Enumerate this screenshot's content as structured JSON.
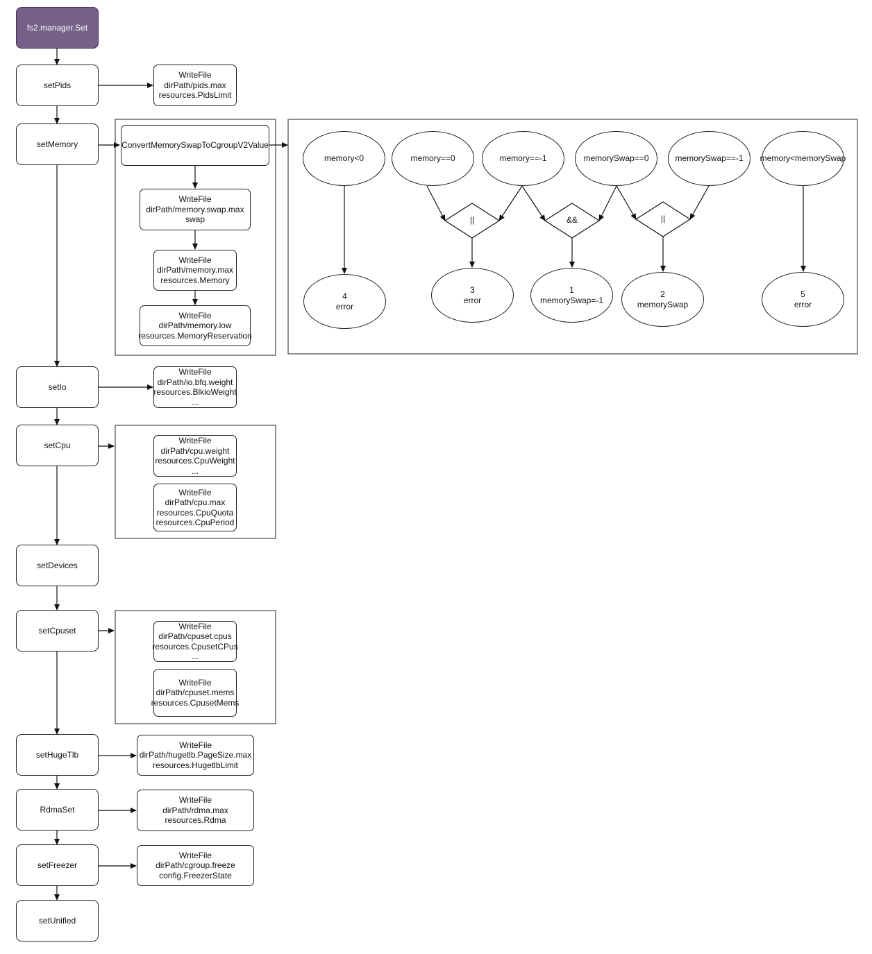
{
  "functions": {
    "start": "fs2.manager.Set",
    "setPids": "setPids",
    "setMemory": "setMemory",
    "setIo": "setIo",
    "setCpu": "setCpu",
    "setDevices": "setDevices",
    "setCpuset": "setCpuset",
    "setHugeTlb": "setHugeTlb",
    "rdmaSet": "RdmaSet",
    "setFreezer": "setFreezer",
    "setUnified": "setUnified"
  },
  "writes": {
    "pids": "WriteFile\ndirPath/pids.max\nresources.PidsLimit",
    "convert": "ConvertMemorySwapToCgroupV2Value",
    "memSwap": "WriteFile\ndirPath/memory.swap.max\nswap",
    "memMax": "WriteFile\ndirPath/memory.max\nresources.Memory",
    "memLow": "WriteFile\ndirPath/memory.low\nresources.MemoryReservation",
    "io": "WriteFile\ndirPath/io.bfq.weight\nresources.BlkioWeight\n...",
    "cpuWeight": "WriteFile\ndirPath/cpu.weight\nresources.CpuWeight\n...",
    "cpuMax": "WriteFile\ndirPath/cpu.max\nresources.CpuQuota\nresources.CpuPeriod",
    "cpusetCpus": "WriteFile\ndirPath/cpuset.cpus\nresources.CpusetCPus\n...",
    "cpusetMems": "WriteFile\ndirPath/cpuset.mems\nresources.CpusetMems",
    "hugetlb": "WriteFile\ndirPath/hugetlb.PageSize.max\nresources.HugetlbLimit",
    "rdma": "WriteFile\ndirPath/rdma.max\nresources.Rdma",
    "freezer": "WriteFile\ndirPath/cgroup.freeze\nconfig.FreezerState"
  },
  "conditions": {
    "c1": "memory<0",
    "c2": "memory==0",
    "c3": "memory==-1",
    "c4": "memorySwap==0",
    "c5": "memorySwap==-1",
    "c6": "memory<memorySwap"
  },
  "operators": {
    "op1": "||",
    "op2": "&&",
    "op3": "||"
  },
  "results": {
    "r4": "4\nerror",
    "r3": "3\nerror",
    "r1": "1\nmemorySwap=-1",
    "r2": "2\nmemorySwap",
    "r5": "5\nerror"
  }
}
